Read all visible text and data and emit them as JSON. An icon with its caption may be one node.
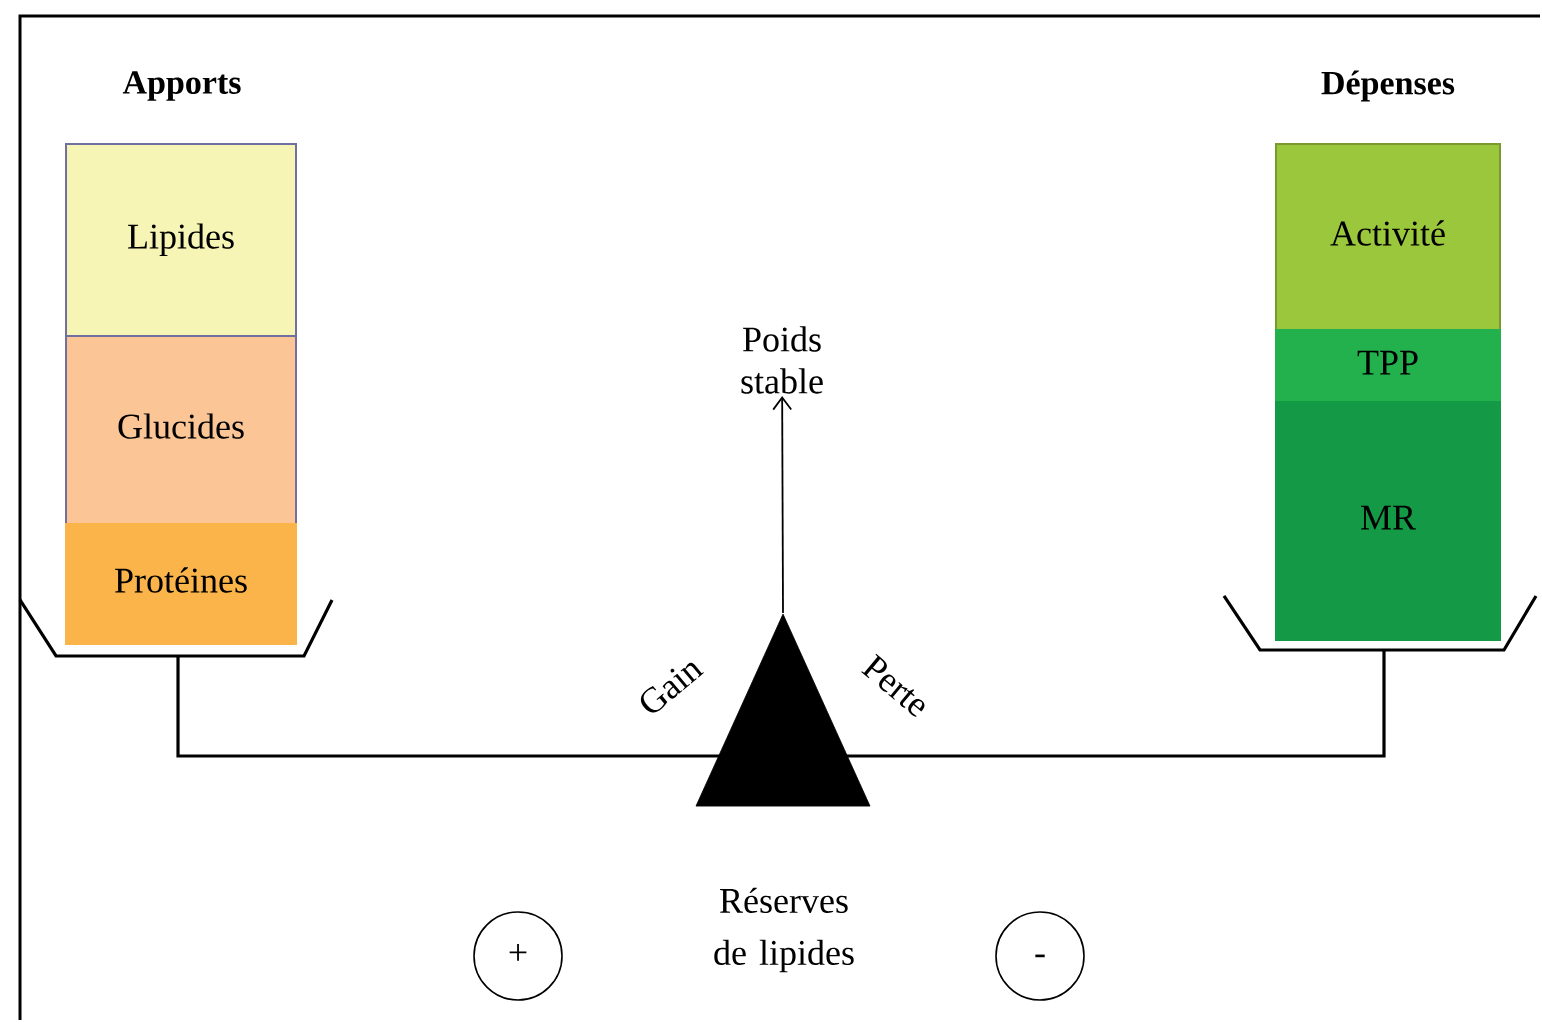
{
  "diagram": {
    "nodes": [
      {
        "text": [
          "Lipides"
        ]
      },
      {
        "text": [
          "Glucides"
        ]
      },
      {
        "text": [
          "Protéines"
        ]
      },
      {
        "text": [
          "Activité"
        ]
      },
      {
        "text": [
          "TPP"
        ]
      },
      {
        "text": [
          "MR"
        ]
      },
      {
        "text": [
          "Poids stable"
        ]
      },
      {
        "text": [],
        "shape": "triangle"
      },
      {
        "text": [
          "+"
        ]
      },
      {
        "text": [
          "-"
        ]
      }
    ],
    "edges": [
      {
        "from": 7,
        "to": 6,
        "arrow": "to"
      }
    ],
    "labels": [
      "Apports",
      "Dépenses",
      "Gain",
      "Perte",
      "Réserves de lipides"
    ]
  }
}
